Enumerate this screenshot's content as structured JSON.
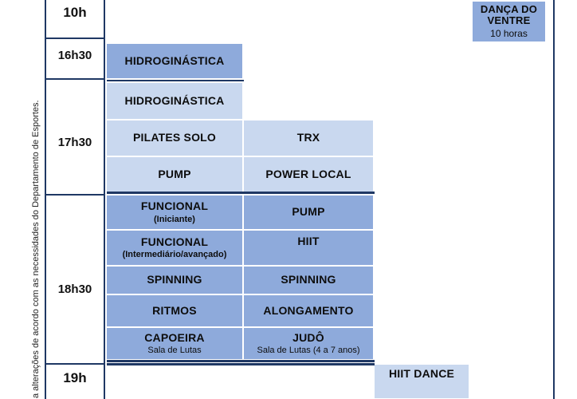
{
  "side_note": "a alterações de acordo com as necessidades do Departamento de Esportes.",
  "times": {
    "t1": "10h",
    "t2": "16h30",
    "t3": "17h30",
    "t4": "18h30",
    "t5": "19h"
  },
  "classes": {
    "danca": {
      "name": "DANÇA DO VENTRE",
      "sub": "10 horas"
    },
    "hidro1": {
      "name": "HIDROGINÁSTICA"
    },
    "hidro2": {
      "name": "HIDROGINÁSTICA"
    },
    "pilates": {
      "name": "PILATES SOLO"
    },
    "trx": {
      "name": "TRX"
    },
    "pump1": {
      "name": "PUMP"
    },
    "power": {
      "name": "POWER LOCAL"
    },
    "func1": {
      "name": "FUNCIONAL",
      "sub": "(Iniciante)"
    },
    "pump2": {
      "name": "PUMP"
    },
    "func2": {
      "name": "FUNCIONAL",
      "sub": "(Intermediário/avançado)"
    },
    "hiit": {
      "name": "HIIT"
    },
    "spin1": {
      "name": "SPINNING"
    },
    "spin2": {
      "name": "SPINNING"
    },
    "ritmos": {
      "name": "RITMOS"
    },
    "along": {
      "name": "ALONGAMENTO"
    },
    "capoeira": {
      "name": "CAPOEIRA",
      "sub": "Sala de Lutas"
    },
    "judo": {
      "name": "JUDÔ",
      "sub": "Sala de Lutas (4 a 7 anos)"
    },
    "hiitdance": {
      "name": "HIIT DANCE"
    }
  },
  "colors": {
    "dark_cell": "#8eaadb",
    "light_cell": "#c9d8ef",
    "rule": "#1f3864"
  }
}
